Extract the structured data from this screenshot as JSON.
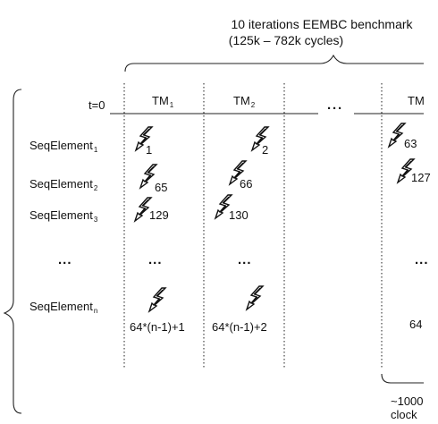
{
  "header": {
    "line1": "10 iterations EEMBC benchmark",
    "line2": "(125k – 782k cycles)"
  },
  "t0_label": "t=0",
  "ellipsis": "···",
  "columns": [
    {
      "name": "TM",
      "sub": "1"
    },
    {
      "name": "TM",
      "sub": "2"
    },
    {
      "name": "TM",
      "sub": ""
    }
  ],
  "rows": [
    {
      "name": "SeqElement",
      "sub": "1"
    },
    {
      "name": "SeqElement",
      "sub": "2"
    },
    {
      "name": "SeqElement",
      "sub": "3"
    },
    {
      "name": "SeqElement",
      "sub": "n"
    }
  ],
  "row_ellipsis": "...",
  "values": {
    "r1": [
      "1",
      "2",
      "63"
    ],
    "r2": [
      "65",
      "66",
      "127"
    ],
    "r3": [
      "129",
      "130"
    ],
    "rn": [
      "64*(n-1)+1",
      "64*(n-1)+2",
      "64"
    ]
  },
  "footer": {
    "line1": "~1000",
    "line2": "clock"
  },
  "icons": {
    "fault": "lightning-bolt-icon"
  }
}
